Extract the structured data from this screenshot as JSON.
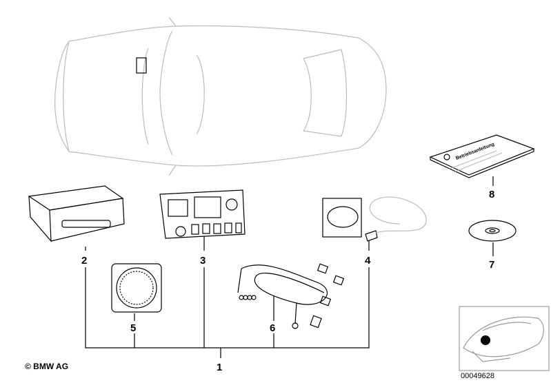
{
  "parts": [
    {
      "number": "1",
      "name": "kit-assembly"
    },
    {
      "number": "2",
      "name": "control-unit"
    },
    {
      "number": "3",
      "name": "control-panel"
    },
    {
      "number": "4",
      "name": "microphone"
    },
    {
      "number": "5",
      "name": "loudspeaker"
    },
    {
      "number": "6",
      "name": "wiring-harness"
    },
    {
      "number": "7",
      "name": "cd-disc"
    },
    {
      "number": "8",
      "name": "owners-manual"
    }
  ],
  "manual_title": "Betriebsanleitung",
  "copyright": "© BMW AG",
  "document_number": "00049628",
  "colors": {
    "line": "#000000",
    "light_line": "#bbbbbb",
    "locator_dot": "#000000"
  }
}
